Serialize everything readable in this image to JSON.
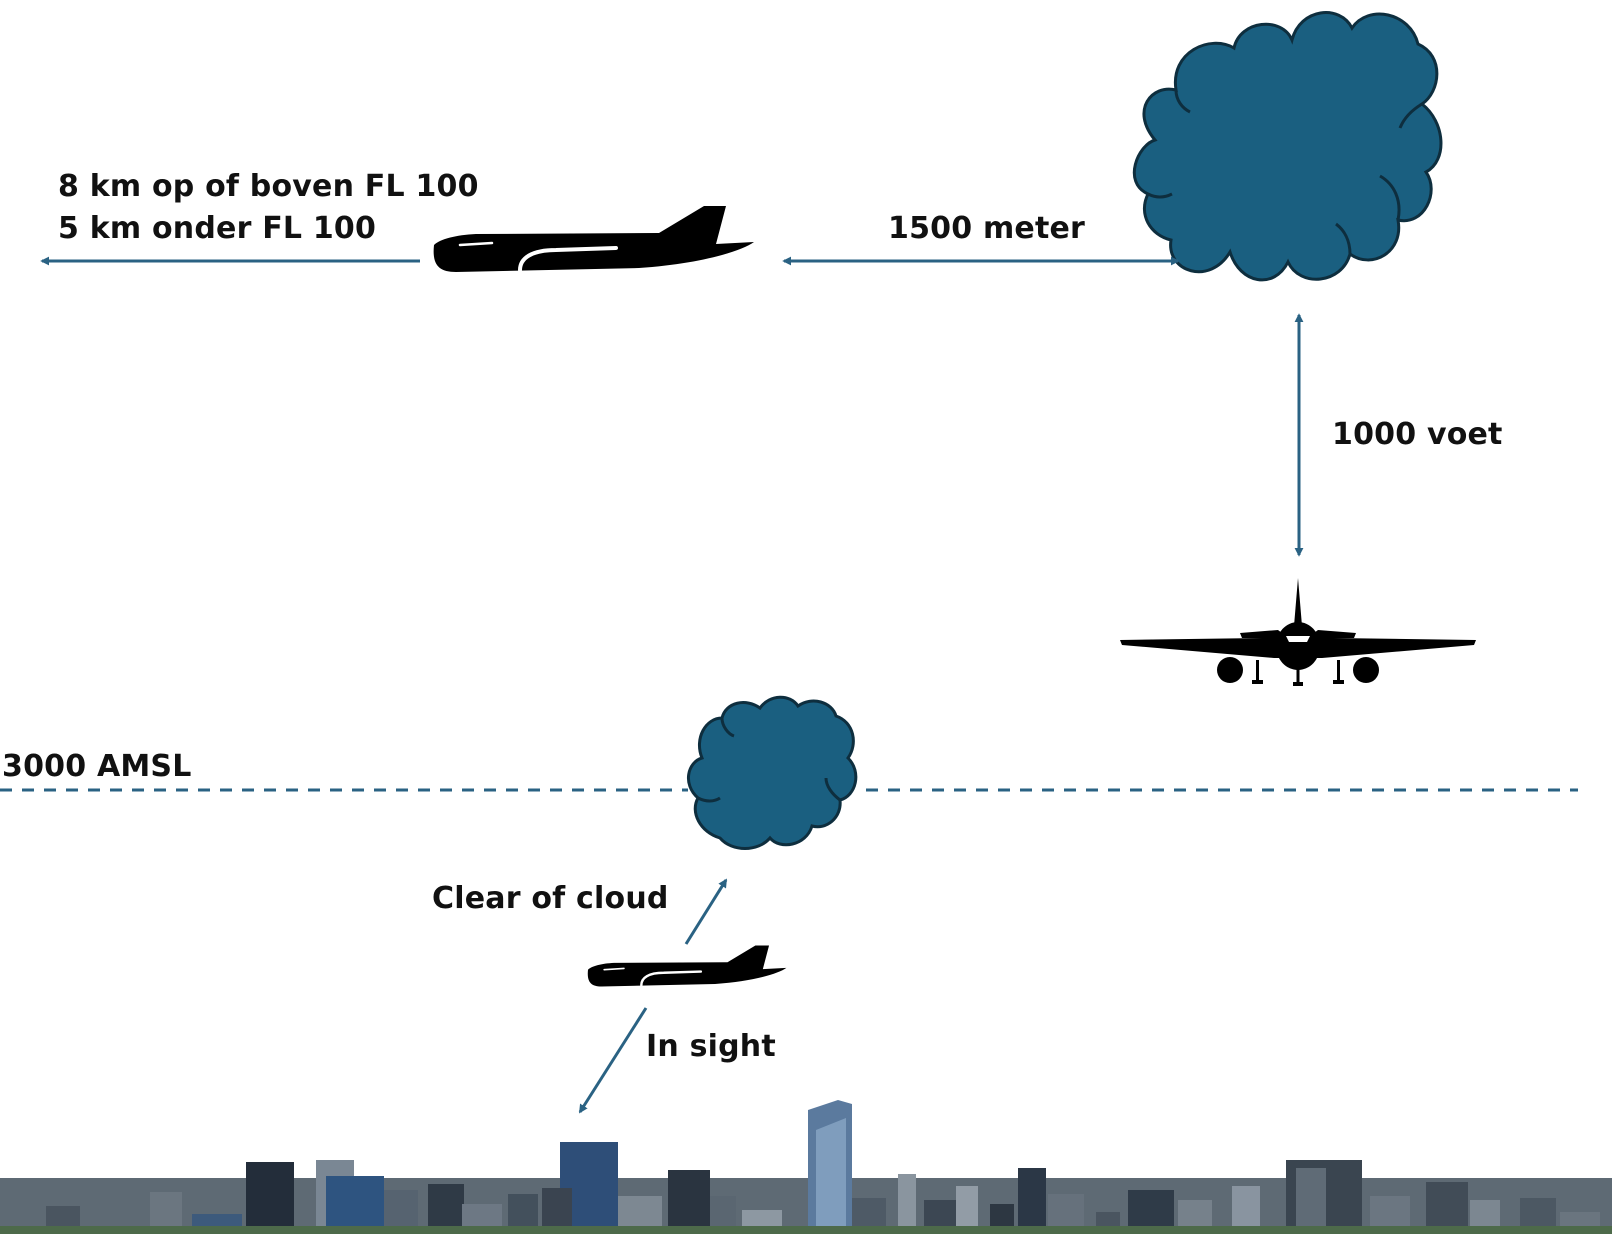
{
  "labels": {
    "visibility_above_fl100": "8 km op of boven FL 100",
    "visibility_below_fl100": "5 km onder FL 100",
    "horizontal_cloud_distance": "1500 meter",
    "vertical_cloud_distance": "1000 voet",
    "altitude_line": "3000 AMSL",
    "clear_of_cloud": "Clear of cloud",
    "in_sight": "In sight"
  },
  "colors": {
    "arrow": "#2a6283",
    "cloud_fill": "#1a5f80",
    "cloud_outline": "#0e2e3e",
    "aircraft": "#000000",
    "text": "#111111"
  },
  "icons": [
    "airplane-side-icon",
    "airplane-front-icon",
    "cloud-icon",
    "city-skyline"
  ]
}
